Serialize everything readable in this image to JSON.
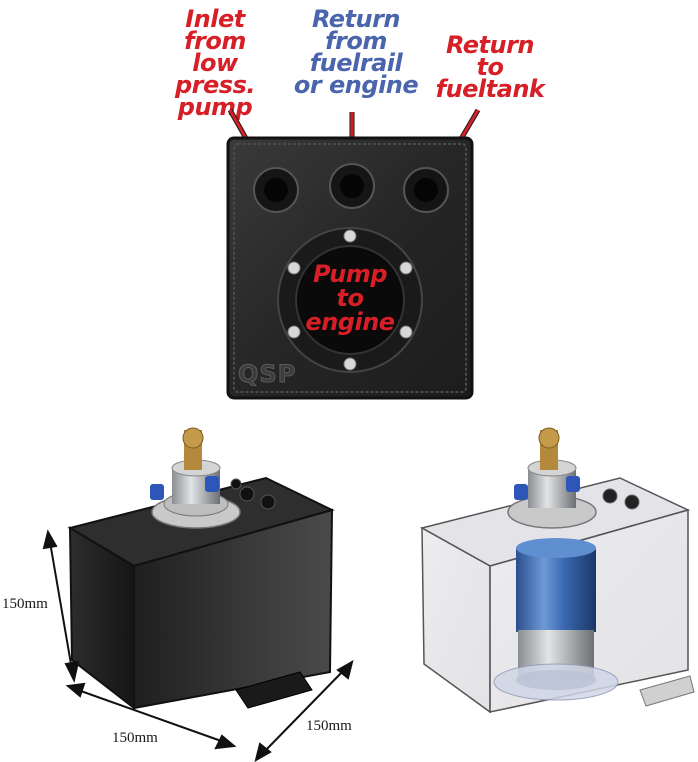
{
  "callouts": {
    "inlet": [
      "Inlet",
      "from",
      "low press.",
      "pump"
    ],
    "return_rail": [
      "Return",
      "from",
      "fuelrail",
      "or engine"
    ],
    "return_tank": [
      "Return",
      "to",
      "fueltank"
    ],
    "pump": [
      "Pump",
      "to",
      "engine"
    ]
  },
  "brand": "QSP",
  "dimensions": {
    "height": "150mm",
    "width": "150mm",
    "depth": "150mm"
  },
  "colors": {
    "red": "#d61f26",
    "blue": "#4a64ad",
    "tank": "#2b2b2b"
  }
}
